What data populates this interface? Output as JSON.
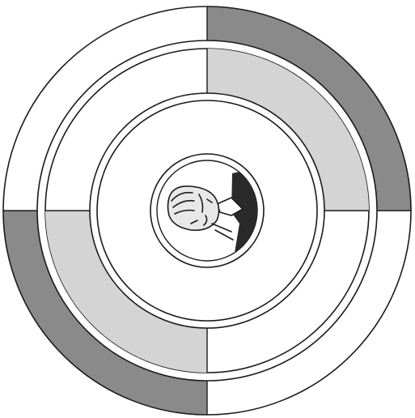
{
  "figure": {
    "colors": {
      "outline": "#1a1a1a",
      "background": "#ffffff",
      "outer_band_dark": "#8a8a8a",
      "middle_band_light": "#d4d4d4",
      "portrait_shadow": "#2a2a2a",
      "portrait_skin": "#e8e8e8"
    },
    "outer_band": {
      "shaded_quadrants": [
        "top-right",
        "bottom-left"
      ],
      "shade": "dark"
    },
    "middle_band": {
      "shaded_quadrants": [
        "top-right",
        "bottom-left"
      ],
      "shade": "light"
    },
    "center": {
      "icon": "portrait-icon"
    }
  }
}
